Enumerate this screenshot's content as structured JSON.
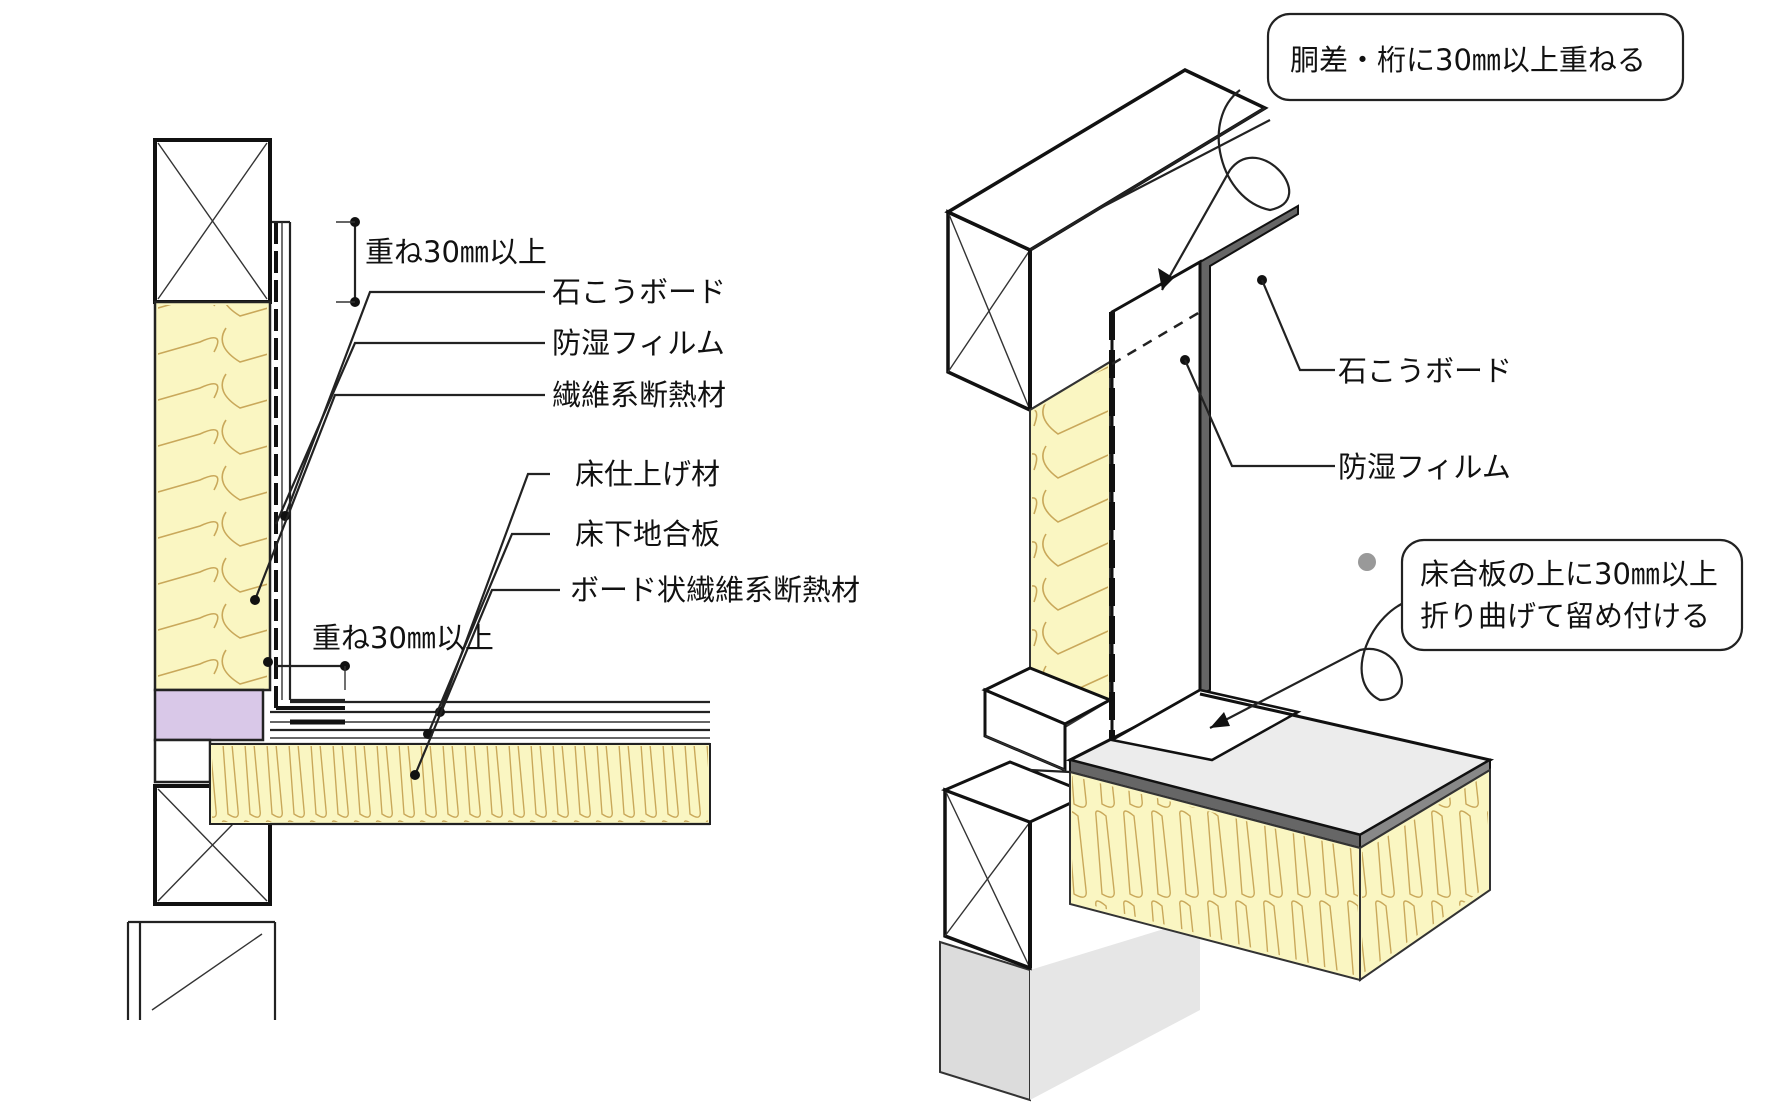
{
  "section": {
    "labels": {
      "overlap_top": "重ね30㎜以上",
      "gypsum_board": "石こうボード",
      "vapor_film": "防湿フィルム",
      "fiber_insulation": "繊維系断熱材",
      "floor_finish": "床仕上げ材",
      "floor_subboard": "床下地合板",
      "board_insulation": "ボード状繊維系断熱材",
      "overlap_bottom": "重ね30㎜以上"
    }
  },
  "isometric": {
    "callout_top_lines": [
      "胴差・桁に30㎜以上重ねる"
    ],
    "callout_bottom_lines": [
      "床合板の上に30㎜以上",
      "折り曲げて留め付ける"
    ],
    "labels": {
      "gypsum_board": "石こうボード",
      "vapor_film": "防湿フィルム"
    }
  },
  "colors": {
    "insulation": "#faf6c2",
    "insulation_stroke": "#c9a85a",
    "sill_purple": "#d9c8e8",
    "foundation": "#d8d8d8",
    "film": "#555555"
  }
}
